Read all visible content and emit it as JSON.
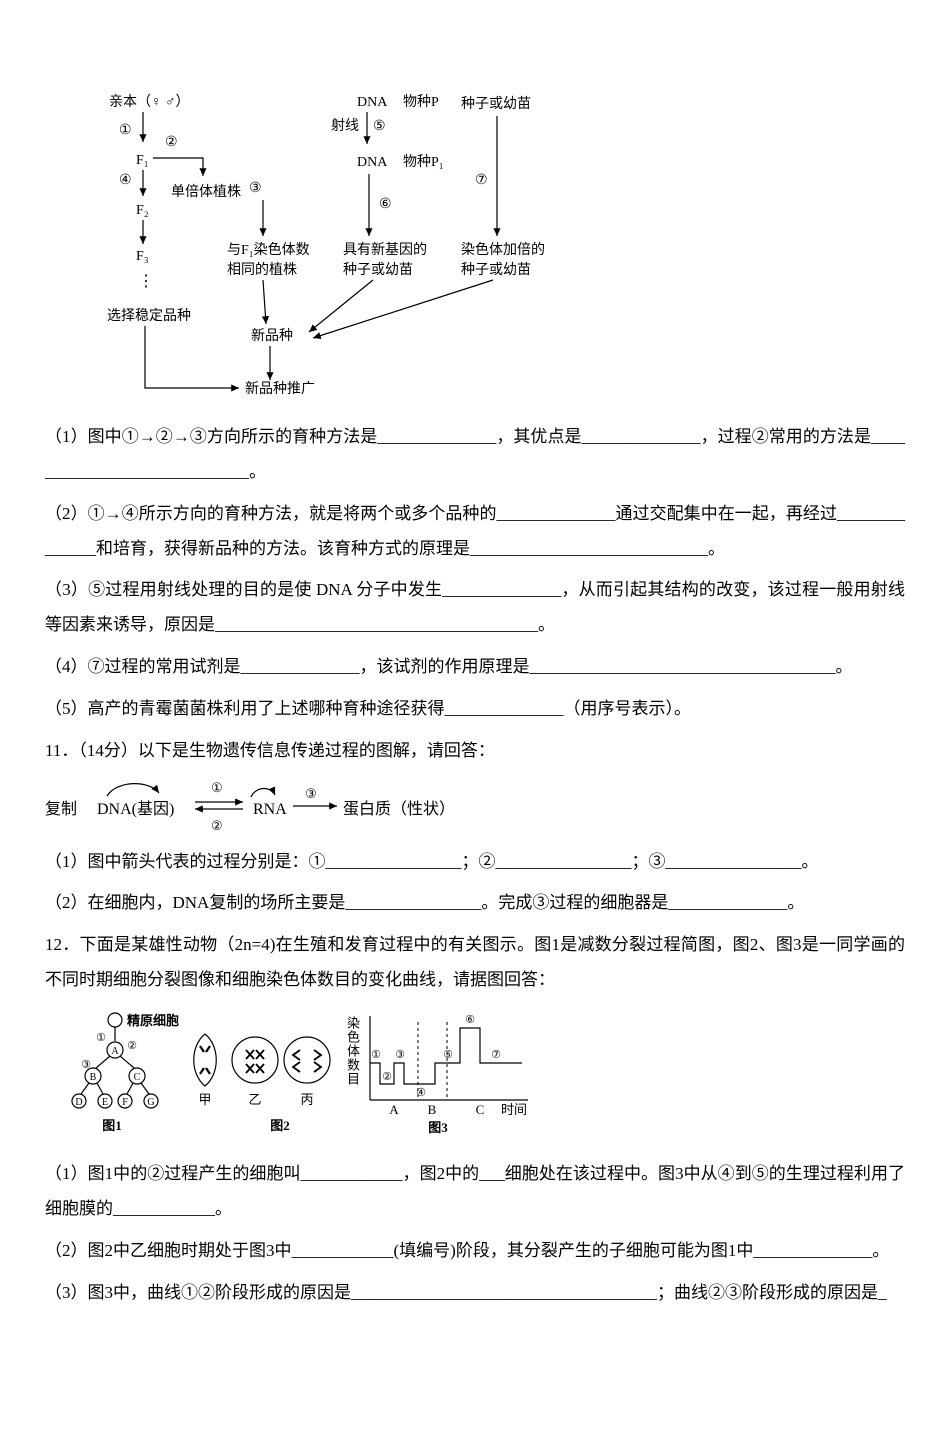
{
  "flowchart": {
    "parent": "亲本（♀ ♂）",
    "c1": "①",
    "c2": "②",
    "c3": "③",
    "c4": "④",
    "c5": "⑤",
    "c6": "⑥",
    "c7": "⑦",
    "f1": "F₁",
    "f2": "F₂",
    "f3": "F₃",
    "dots": "⋮",
    "select_stable": "选择稳定品种",
    "haploid_plant": "单倍体植株",
    "same_chromosome_line1": "与F₁染色体数",
    "same_chromosome_line2": "相同的植株",
    "dna": "DNA",
    "species_p": "物种P",
    "species_p1": "物种P₁",
    "ray": "射线",
    "new_gene_line1": "具有新基因的",
    "seed_seedling": "种子或幼苗",
    "doubled_line1": "染色体加倍的",
    "new_variety": "新品种",
    "promotion": "新品种推广"
  },
  "q10": {
    "item1": "（1）图中①→②→③方向所示的育种方法是______________，其优点是______________，过程②常用的方法是____________________________。",
    "item2": "（2）①→④所示方向的育种方法，就是将两个或多个品种的______________通过交配集中在一起，再经过______________和培育，获得新品种的方法。该育种方式的原理是____________________________。",
    "item3": "（3）⑤过程用射线处理的目的是使 DNA 分子中发生______________，从而引起其结构的改变，该过程一般用射线等因素来诱导，原因是______________________________________。",
    "item4": "（4）⑦过程的常用试剂是______________，该试剂的作用原理是____________________________________。",
    "item5": "（5）高产的青霉菌菌株利用了上述哪种育种途径获得______________（用序号表示）。"
  },
  "q11": {
    "heading": "11．（14分）以下是生物遗传信息传递过程的图解，请回答：",
    "diagram": {
      "copy_label": "复制",
      "dna": "DNA(基因)",
      "n1": "①",
      "n2": "②",
      "n3": "③",
      "rna": "RNA",
      "protein": "蛋白质（性状）"
    },
    "item1": "（1）图中箭头代表的过程分别是：①________________；②________________；③________________。",
    "item2": "（2）在细胞内，DNA复制的场所主要是________________。完成③过程的细胞器是______________。"
  },
  "q12": {
    "heading": "12．下面是某雄性动物（2n=4)在生殖和发育过程中的有关图示。图1是减数分裂过程简图，图2、图3是一同学画的不同时期细胞分裂图像和细胞染色体数目的变化曲线，请据图回答：",
    "fig1": {
      "title": "精原细胞",
      "n1": "①",
      "n2": "②",
      "n3": "③",
      "a": "A",
      "b": "B",
      "c": "C",
      "d": "D",
      "e": "E",
      "f": "F",
      "g": "G",
      "caption": "图1"
    },
    "fig2": {
      "jia": "甲",
      "yi": "乙",
      "bing": "丙",
      "caption": "图2"
    },
    "fig3": {
      "ylabel": "染色体数目",
      "n1": "①",
      "n2": "②",
      "n3": "③",
      "n4": "④",
      "n5": "⑤",
      "n6": "⑥",
      "n7": "⑦",
      "xa": "A",
      "xb": "B",
      "xc": "C",
      "xlabel": "时间",
      "caption": "图3",
      "curve_levels": [
        4,
        2,
        4,
        2,
        4,
        8,
        4
      ]
    },
    "item1": "（1）图1中的②过程产生的细胞叫____________，图2中的___细胞处在该过程中。图3中从④到⑤的生理过程利用了细胞膜的____________。",
    "item2": "（2）图2中乙细胞时期处于图3中____________(填编号)阶段，其分裂产生的子细胞可能为图1中______________。",
    "item3": "（3）图3中，曲线①②阶段形成的原因是____________________________________；曲线②③阶段形成的原因是_"
  }
}
